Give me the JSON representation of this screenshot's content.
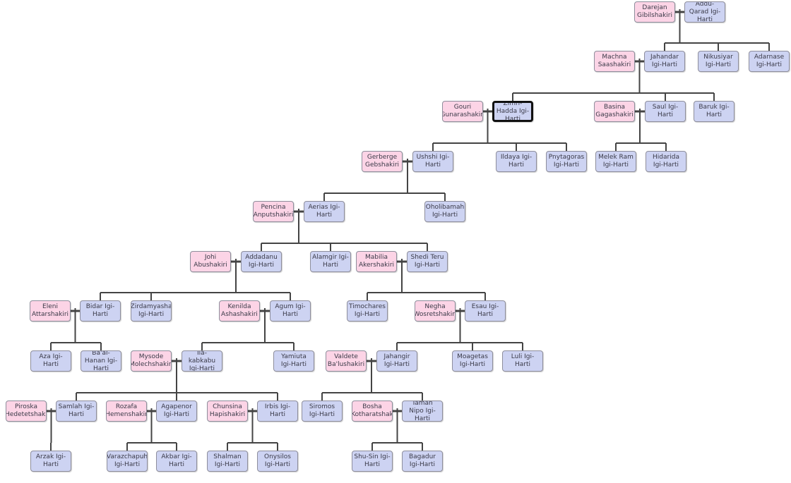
{
  "people": {
    "darejan": {
      "name": "Darejan Gibilshakiri",
      "sex": "female"
    },
    "addu_qarad": {
      "name": "Addu-Qarad Igi-Harti",
      "sex": "male"
    },
    "machna": {
      "name": "Machna Saashakiri",
      "sex": "female"
    },
    "jahandar": {
      "name": "Jahandar Igi-Harti",
      "sex": "male"
    },
    "nikusiyar": {
      "name": "Nikusiyar Igi-Harti",
      "sex": "male"
    },
    "adarnase": {
      "name": "Adarnase Igi-Harti",
      "sex": "male"
    },
    "gouri": {
      "name": "Gouri Gunarashakiri",
      "sex": "female"
    },
    "zimri_hadda": {
      "name": "Zimri-Hadda Igi-Harti",
      "sex": "male"
    },
    "basina": {
      "name": "Basina Gagashakiri",
      "sex": "female"
    },
    "saul": {
      "name": "Saul Igi-Harti",
      "sex": "male"
    },
    "baruk": {
      "name": "Baruk Igi-Harti",
      "sex": "male"
    },
    "gerberge": {
      "name": "Gerberge Gebshakiri",
      "sex": "female"
    },
    "ushshi": {
      "name": "Ushshi Igi-Harti",
      "sex": "male"
    },
    "ildaya": {
      "name": "Ildaya Igi-Harti",
      "sex": "male"
    },
    "pnytagoras": {
      "name": "Pnytagoras Igi-Harti",
      "sex": "male"
    },
    "melek_ram": {
      "name": "Melek Ram Igi-Harti",
      "sex": "male"
    },
    "hidarida": {
      "name": "Hidarida Igi-Harti",
      "sex": "male"
    },
    "pencina": {
      "name": "Pencina Anputshakiri",
      "sex": "female"
    },
    "aerias": {
      "name": "Aerias Igi-Harti",
      "sex": "male"
    },
    "oholibamah": {
      "name": "Oholibamah Igi-Harti",
      "sex": "male"
    },
    "johi": {
      "name": "Johi Abushakiri",
      "sex": "female"
    },
    "addadanu": {
      "name": "Addadanu Igi-Harti",
      "sex": "male"
    },
    "alamgir": {
      "name": "Alamgir Igi-Harti",
      "sex": "male"
    },
    "mabilia": {
      "name": "Mabilia Akershakiri",
      "sex": "female"
    },
    "shedi_teru": {
      "name": "Shedi Teru Igi-Harti",
      "sex": "male"
    },
    "eleni": {
      "name": "Eleni Attarshakiri",
      "sex": "female"
    },
    "bidar": {
      "name": "Bidar Igi-Harti",
      "sex": "male"
    },
    "zirdamyasha": {
      "name": "Zirdamyasha Igi-Harti",
      "sex": "male"
    },
    "kenilda": {
      "name": "Kenilda Ashashakiri",
      "sex": "female"
    },
    "agum": {
      "name": "Agum Igi-Harti",
      "sex": "male"
    },
    "timochares": {
      "name": "Timochares Igi-Harti",
      "sex": "male"
    },
    "negha": {
      "name": "Negha Wosretshakiri",
      "sex": "female"
    },
    "esau": {
      "name": "Esau Igi-Harti",
      "sex": "male"
    },
    "aza": {
      "name": "Aza Igi-Harti",
      "sex": "male"
    },
    "baal_hanan": {
      "name": "Ba'al-Hanan Igi-Harti",
      "sex": "male"
    },
    "mysode": {
      "name": "Mysode Molechshakiri",
      "sex": "female"
    },
    "ila_kabkabu": {
      "name": "Ila-kabkabu Igi-Harti",
      "sex": "male"
    },
    "yamiuta": {
      "name": "Yamiuta Igi-Harti",
      "sex": "male"
    },
    "valdete": {
      "name": "Valdete Ba'lushakiri",
      "sex": "female"
    },
    "jahangir": {
      "name": "Jahangir Igi-Harti",
      "sex": "male"
    },
    "moagetas": {
      "name": "Moagetas Igi-Harti",
      "sex": "male"
    },
    "luli": {
      "name": "Luli Igi-Harti",
      "sex": "male"
    },
    "piroska": {
      "name": "Piroska Hedetetshaki",
      "sex": "female"
    },
    "samlah": {
      "name": "Samlah Igi-Harti",
      "sex": "male"
    },
    "rozafa": {
      "name": "Rozafa Hemenshakir",
      "sex": "female"
    },
    "agapenor": {
      "name": "Agapenor Igi-Harti",
      "sex": "male"
    },
    "chunsina": {
      "name": "Chunsina Hapishakiri",
      "sex": "female"
    },
    "irbis": {
      "name": "Irbis Igi-Harti",
      "sex": "male"
    },
    "siromos": {
      "name": "Siromos Igi-Harti",
      "sex": "male"
    },
    "bosha": {
      "name": "Bosha Kotharatshak",
      "sex": "female"
    },
    "taman_nipo": {
      "name": "Taman Nipo Igi-Harti",
      "sex": "male"
    },
    "arzak": {
      "name": "Arzak Igi-Harti",
      "sex": "male"
    },
    "varazchapuh": {
      "name": "Varazchapuh Igi-Harti",
      "sex": "male"
    },
    "akbar": {
      "name": "Akbar Igi-Harti",
      "sex": "male"
    },
    "shalman": {
      "name": "Shalman Igi-Harti",
      "sex": "male"
    },
    "onysilos": {
      "name": "Onysilos Igi-Harti",
      "sex": "male"
    },
    "shu_sin": {
      "name": "Shu-Sin Igi-Harti",
      "sex": "male"
    },
    "bagadur": {
      "name": "Bagadur Igi-Harti",
      "sex": "male"
    }
  },
  "selected": "zimri_hadda",
  "colors": {
    "female": "#fcd4e6",
    "male": "#cdd3f2",
    "border": "#8e8e9c",
    "line": "#444444",
    "selected_border": "#111111"
  }
}
